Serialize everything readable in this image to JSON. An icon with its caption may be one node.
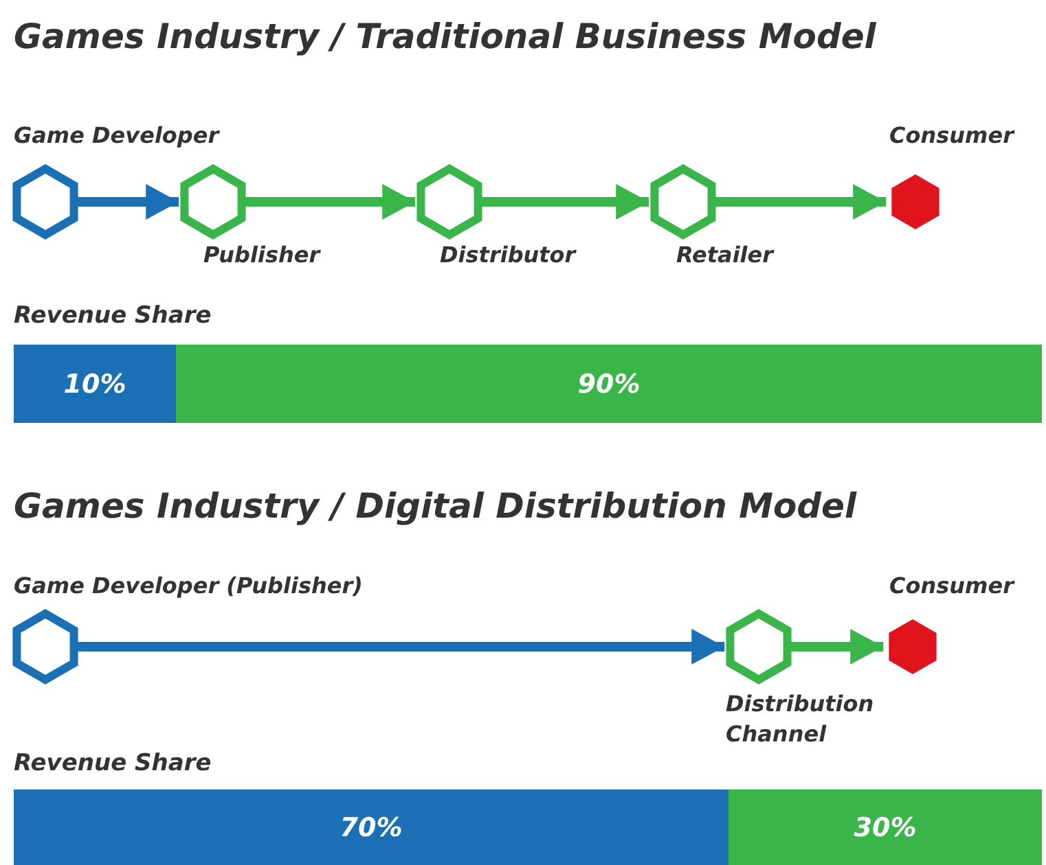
{
  "diagram": {
    "nodes": [
      {
        "text": [],
        "shape": "hexagon",
        "beside": [
          "Game Developer"
        ]
      },
      {
        "text": [],
        "shape": "hexagon",
        "beside": [
          "Publisher"
        ]
      },
      {
        "text": [],
        "shape": "hexagon",
        "beside": [
          "Distributor"
        ]
      },
      {
        "text": [],
        "shape": "hexagon",
        "beside": [
          "Retailer"
        ]
      },
      {
        "text": [],
        "shape": "hexagon",
        "beside": [
          "Consumer"
        ]
      },
      {
        "text": [
          "10%"
        ]
      },
      {
        "text": [
          "90%"
        ]
      },
      {
        "text": [],
        "shape": "hexagon",
        "beside": [
          "Game Developer (Publisher)"
        ]
      },
      {
        "text": [],
        "shape": "hexagon",
        "beside": [
          "Distribution Channel"
        ]
      },
      {
        "text": [],
        "shape": "hexagon",
        "beside": [
          "Consumer"
        ]
      },
      {
        "text": [
          "70%"
        ]
      },
      {
        "text": [
          "30%"
        ]
      }
    ],
    "edges": [
      {
        "from": 0,
        "to": 1,
        "arrow": "to",
        "color": "#1a6fb5"
      },
      {
        "from": 1,
        "to": 2,
        "arrow": "to"
      },
      {
        "from": 2,
        "to": 3,
        "arrow": "to"
      },
      {
        "from": 3,
        "to": 4,
        "arrow": "to"
      },
      {
        "from": 7,
        "to": 8,
        "arrow": "to",
        "color": "#1a6fb5"
      },
      {
        "from": 8,
        "to": 9,
        "arrow": "to"
      }
    ],
    "labels": [
      "Games Industry / Traditional Business Model",
      "Revenue Share",
      "Games Industry / Digital Distribution Model",
      "Revenue Share"
    ]
  }
}
